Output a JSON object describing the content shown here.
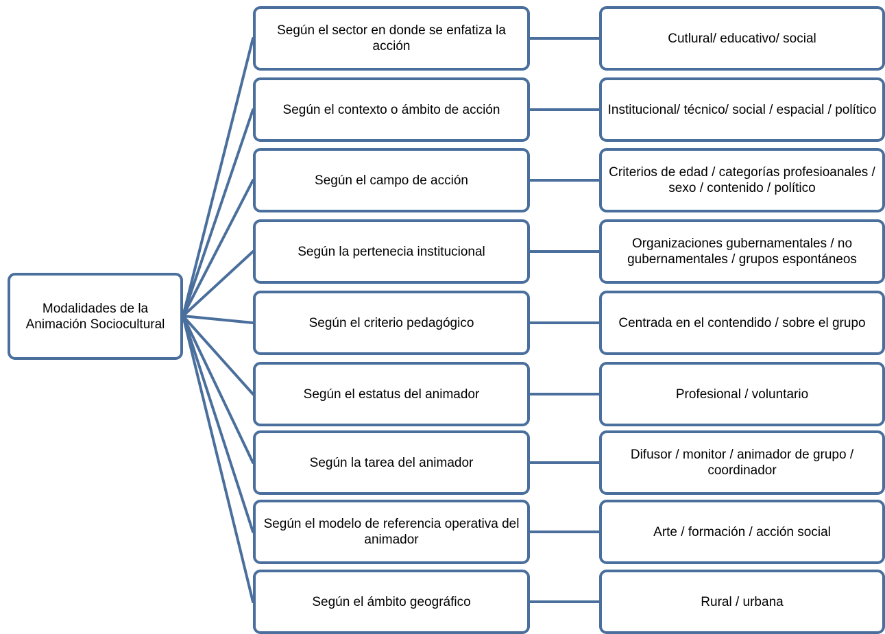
{
  "root": {
    "label": "Modalidades de la Animación Sociocultural"
  },
  "branches": [
    {
      "category": "Según el sector en donde se enfatiza la acción",
      "value": "Cutlural/ educativo/ social"
    },
    {
      "category": "Según el contexto o ámbito de acción",
      "value": "Institucional/ técnico/ social / espacial / político"
    },
    {
      "category": "Según el campo de acción",
      "value": "Criterios de edad / categorías profesioanales / sexo / contenido / político"
    },
    {
      "category": "Según la pertenecia institucional",
      "value": "Organizaciones gubernamentales / no gubernamentales / grupos espontáneos"
    },
    {
      "category": "Según el criterio pedagógico",
      "value": "Centrada en el contendido / sobre el grupo"
    },
    {
      "category": "Según el estatus del animador",
      "value": "Profesional / voluntario"
    },
    {
      "category": "Según la tarea del animador",
      "value": "Difusor / monitor / animador de grupo / coordinador"
    },
    {
      "category": "Según el modelo de referencia operativa del animador",
      "value": "Arte / formación / acción social"
    },
    {
      "category": "Según el ámbito geográfico",
      "value": "Rural / urbana"
    }
  ],
  "colors": {
    "border": "#4a6f9c",
    "connector": "#4a6f9c",
    "background": "#ffffff",
    "text": "#000000"
  }
}
